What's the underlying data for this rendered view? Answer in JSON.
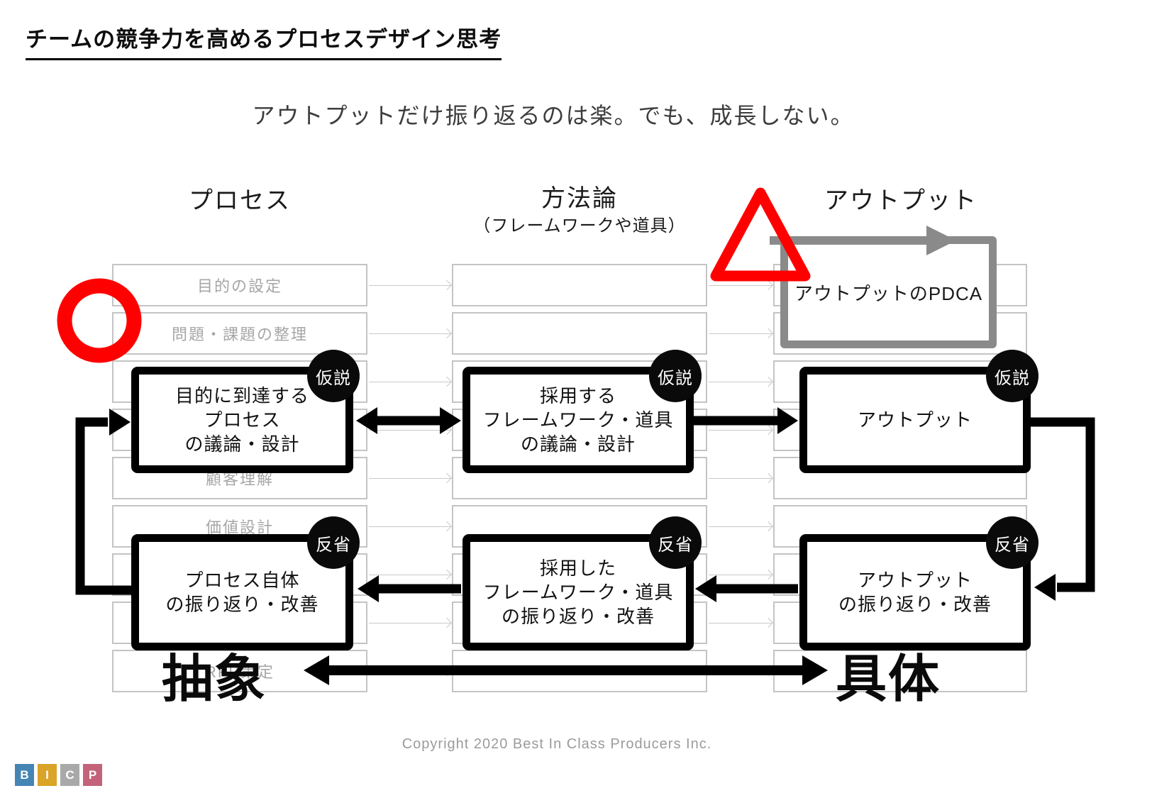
{
  "title": "チームの競争力を高めるプロセスデザイン思考",
  "subtitle": "アウトプットだけ振り返るのは楽。でも、成長しない。",
  "columns": {
    "process": {
      "title": "プロセス"
    },
    "method": {
      "title": "方法論",
      "subtitle": "（フレームワークや道具）"
    },
    "output": {
      "title": "アウトプット"
    }
  },
  "background_rows": [
    {
      "label": "目的の設定"
    },
    {
      "label": "問題・課題の整理"
    },
    {
      "label": ""
    },
    {
      "label": ""
    },
    {
      "label": "顧客理解"
    },
    {
      "label": "価値設計"
    },
    {
      "label": ""
    },
    {
      "label": ""
    },
    {
      "label": "RFP策定"
    }
  ],
  "boxes": {
    "hypothesis_process": "目的に到達する\nプロセス\nの議論・設計",
    "hypothesis_method": "採用する\nフレームワーク・道具\nの議論・設計",
    "hypothesis_output": "アウトプット",
    "reflection_process": "プロセス自体\nの振り返り・改善",
    "reflection_method": "採用した\nフレームワーク・道具\nの振り返り・改善",
    "reflection_output": "アウトプット\nの振り返り・改善"
  },
  "badges": {
    "hypothesis": "仮説",
    "reflection": "反省"
  },
  "pdca_label": "アウトプットのPDCA",
  "axis": {
    "left": "抽象",
    "right": "具体"
  },
  "footer": {
    "copyright": "Copyright 2020 Best In Class Producers Inc.",
    "logo_letters": [
      "B",
      "I",
      "C",
      "P"
    ]
  },
  "colors": {
    "red": "#ff0000",
    "loop_gray": "#8a8a8a",
    "logo": [
      "#4485b4",
      "#d9a427",
      "#a9a9a9",
      "#c26379"
    ]
  }
}
